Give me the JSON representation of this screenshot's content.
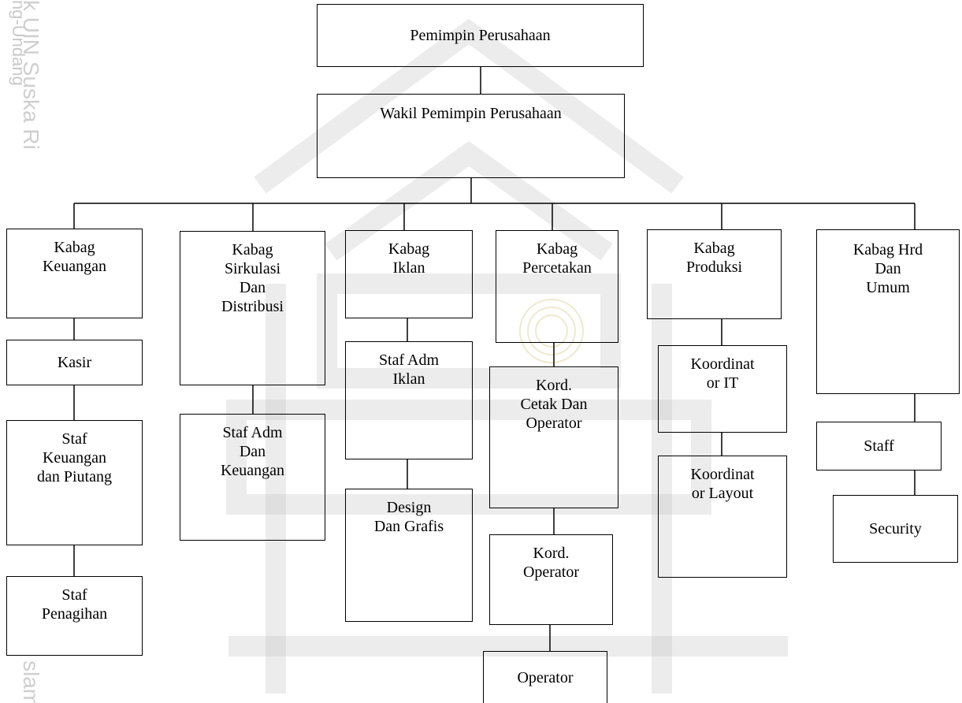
{
  "watermark": {
    "left_text_1": "ng-Undang",
    "left_text_2": "k UIN Suska Ri",
    "left_text_3": "slam",
    "colors": {
      "watermark": "#c9c9c9",
      "seal": "#e8e0b8"
    }
  },
  "org": {
    "top": "Pemimpin Perusahaan",
    "deputy": "Wakil Pemimpin Perusahaan",
    "keuangan": "Kabag\nKeuangan",
    "kasir": "Kasir",
    "staf_keuangan": "Staf\nKeuangan\ndan Piutang",
    "staf_penagihan": "Staf\nPenagihan",
    "sirkulasi": "Kabag\nSirkulasi\nDan\nDistribusi",
    "staf_adm_keuangan": "Staf Adm\nDan\nKeuangan",
    "iklan": "Kabag\nIklan",
    "staf_adm_iklan": "Staf Adm\nIklan",
    "design": "Design\nDan Grafis",
    "percetakan": "Kabag\nPercetakan",
    "kord_cetak": "Kord.\nCetak Dan\nOperator",
    "kord_operator": "Kord.\nOperator",
    "operator": "Operator",
    "produksi": "Kabag\nProduksi",
    "koord_it": "Koordinat\nor IT",
    "koord_layout": "Koordinat\nor Layout",
    "hrd": "Kabag Hrd\nDan\nUmum",
    "staff": "Staff",
    "security": "Security"
  }
}
